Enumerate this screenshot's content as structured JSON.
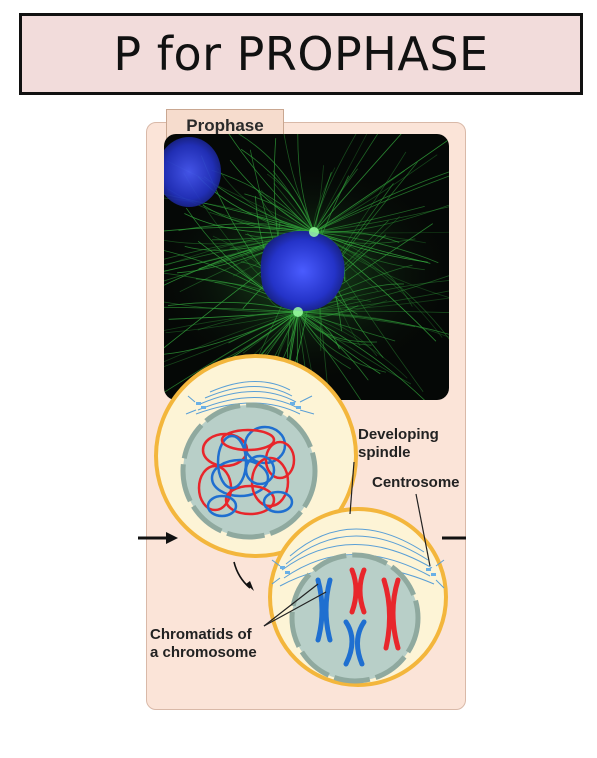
{
  "title": "P for PROPHASE",
  "panel": {
    "tab_label": "Prophase"
  },
  "labels": {
    "developing_spindle_line1": "Developing",
    "developing_spindle_line2": "spindle",
    "centrosome": "Centrosome",
    "chromatids_line1": "Chromatids of",
    "chromatids_line2": "a chromosome"
  },
  "colors": {
    "title_bg": "#f2dcdb",
    "panel_bg": "#fbe4d8",
    "nucleus_blue": "#2a3fd6",
    "spindle_green": "#3fc84a",
    "chromatid_red": "#e8262b",
    "chromatid_blue": "#1f6fd0",
    "cell_outline": "#f3b63c"
  }
}
